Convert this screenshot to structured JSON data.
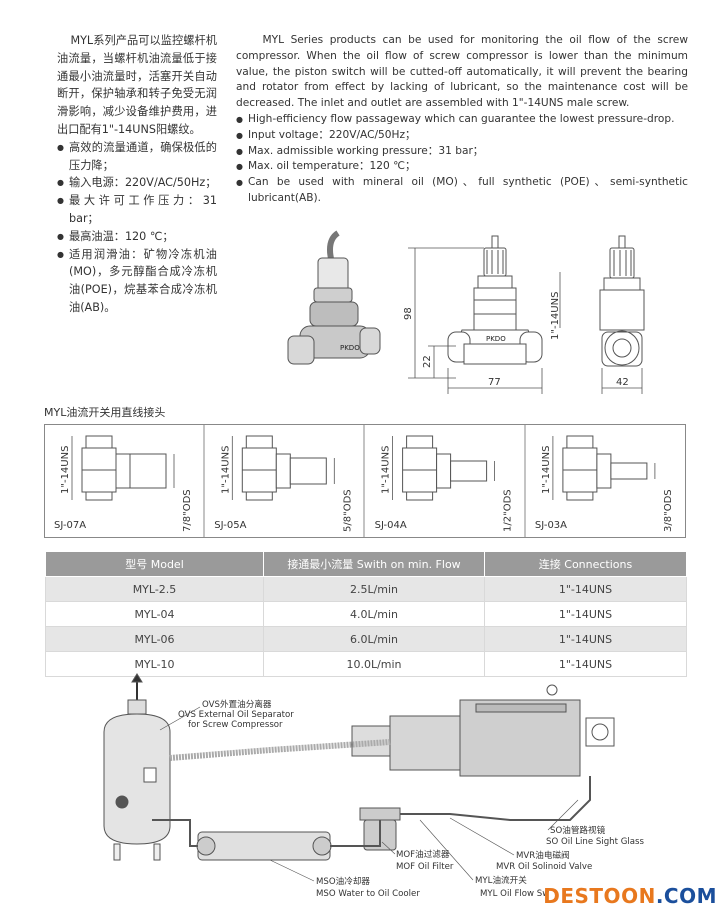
{
  "cn_intro": {
    "paragraph": "MYL系列产品可以监控螺杆机油流量，当螺杆机油流量低于接通最小油流量时，活塞开关自动断开，保护轴承和转子免受无润滑影响，减少设备维护费用，进出口配有1\"-14UNS阳螺纹。",
    "bullets": [
      "高效的流量通道，确保极低的压力降；",
      "输入电源：220V/AC/50Hz；",
      "最大许可工作压力：31 bar；",
      "最高油温：120 ℃；",
      "适用润滑油：矿物冷冻机油(MO)，多元醇酯合成冷冻机油(POE)，烷基苯合成冷冻机油(AB)。"
    ]
  },
  "en_intro": {
    "paragraph": "MYL Series products can be used for monitoring the oil flow of the screw compressor. When the oil flow of screw compressor is lower than the minimum value, the piston switch will be cutted-off automatically, it will prevent the bearing and rotator from effect by lacking of lubricant, so the maintenance cost will be decreased. The inlet and outlet are assembled with 1\"-14UNS male screw.",
    "bullets": [
      "High-efficiency flow passageway which can guarantee the lowest pressure-drop.",
      "Input voltage：220V/AC/50Hz；",
      "Max. admissible working pressure：31 bar；",
      "Max. oil temperature：120 ℃；",
      "Can be used with mineral oil (MO)、full synthetic (POE)、semi-synthetic lubricant(AB)."
    ]
  },
  "drawing": {
    "dim_height": "98",
    "dim_base": "22",
    "dim_width_front": "77",
    "dim_width_side": "42",
    "thread": "1\"-14UNS",
    "brand": "PKDO"
  },
  "adapters": {
    "title": "MYL油流开关用直线接头",
    "items": [
      {
        "model": "SJ-07A",
        "thread": "1\"-14UNS",
        "ods": "7/8\"ODS"
      },
      {
        "model": "SJ-05A",
        "thread": "1\"-14UNS",
        "ods": "5/8\"ODS"
      },
      {
        "model": "SJ-04A",
        "thread": "1\"-14UNS",
        "ods": "1/2\"ODS"
      },
      {
        "model": "SJ-03A",
        "thread": "1\"-14UNS",
        "ods": "3/8\"ODS"
      }
    ]
  },
  "table": {
    "headers": [
      "型号 Model",
      "接通最小流量 Swith on min. Flow",
      "连接 Connections"
    ],
    "rows": [
      [
        "MYL-2.5",
        "2.5L/min",
        "1\"-14UNS"
      ],
      [
        "MYL-04",
        "4.0L/min",
        "1\"-14UNS"
      ],
      [
        "MYL-06",
        "6.0L/min",
        "1\"-14UNS"
      ],
      [
        "MYL-10",
        "10.0L/min",
        "1\"-14UNS"
      ]
    ]
  },
  "system_labels": {
    "ovs_cn": "OVS外置油分离器",
    "ovs_en1": "OVS External Oil Separator",
    "ovs_en2": "for Screw Compressor",
    "so_cn": "SO油管路视镜",
    "so_en": "SO Oil Line Sight Glass",
    "mvr_cn": "MVR油电磁阀",
    "mvr_en": "MVR Oil Solinoid Valve",
    "myl_cn": "MYL油流开关",
    "myl_en": "MYL Oil Flow Sw",
    "mof_cn": "MOF油过滤器",
    "mof_en": "MOF Oil Filter",
    "mso_cn": "MSO油冷却器",
    "mso_en": "MSO Water to Oil Cooler"
  },
  "watermark": {
    "part1": "DESTOON",
    "part2": ".COM",
    "color1": "#e8781e",
    "color2": "#1b4f9c"
  }
}
